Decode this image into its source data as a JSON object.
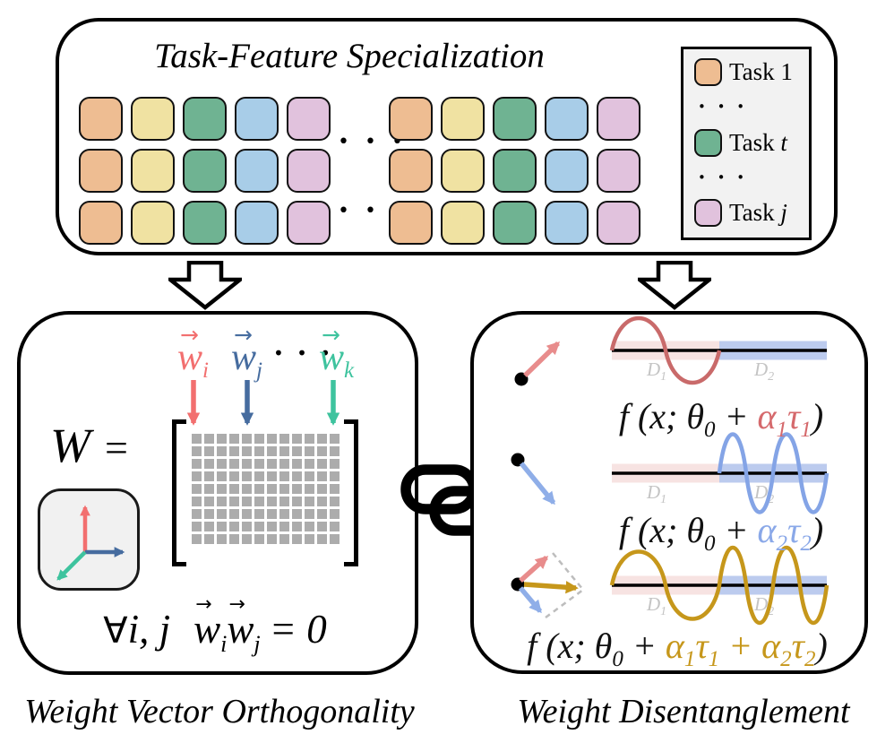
{
  "palette": {
    "salmon": "#F26F6F",
    "steel": "#466C9F",
    "mint": "#3EC39E",
    "rose": "#E88C8C",
    "rose_wave": "#C96A6A",
    "blue_soft": "#8FAEE8",
    "blue_wave": "#84A4E6",
    "gold": "#C6971B",
    "band_pink": "#F7E3E2",
    "band_blue": "#BCCBEE",
    "d_label": "#C4C4C4",
    "matrix_gray": "#ACACAC",
    "legend_bg": "#F2F2F2",
    "ink": "#000000"
  },
  "top": {
    "title": "Task-Feature Specialization",
    "dots_between": "• • •",
    "grid": {
      "rows": 3,
      "colors": [
        "#EEBD92",
        "#F0E2A2",
        "#6FB392",
        "#A8CDE8",
        "#E1C2DD"
      ]
    },
    "legend": {
      "items": [
        {
          "type": "item",
          "color": "#EEBD92",
          "prefix": "Task ",
          "var": "1",
          "italic": false
        },
        {
          "type": "dots",
          "text": "• • •"
        },
        {
          "type": "item",
          "color": "#6FB392",
          "prefix": "Task ",
          "var": "t",
          "italic": true
        },
        {
          "type": "dots",
          "text": "• • •"
        },
        {
          "type": "item",
          "color": "#E1C2DD",
          "prefix": "Task ",
          "var": "j",
          "italic": true
        }
      ]
    }
  },
  "left": {
    "caption": "Weight Vector Orthogonality",
    "w_symbol": "W",
    "equals": "=",
    "vec_dots": "• • •",
    "vectors": [
      {
        "arrow": "→",
        "base": "w",
        "sub": "i"
      },
      {
        "arrow": "→",
        "base": "w",
        "sub": "j"
      },
      {
        "arrow": "→",
        "base": "w",
        "sub": "k"
      }
    ],
    "matrix": {
      "rows": 9,
      "cols": 12
    },
    "formula": {
      "forall": "∀",
      "vars": "i, j",
      "w1": {
        "arrow": "→",
        "base": "w",
        "sub": "i"
      },
      "w2": {
        "arrow": "→",
        "base": "w",
        "sub": "j"
      },
      "rhs": "= 0"
    }
  },
  "right": {
    "caption": "Weight Disentanglement",
    "rows": [
      {
        "d1": {
          "letter": "D",
          "sub": "1"
        },
        "d2": {
          "letter": "D",
          "sub": "2"
        },
        "formula": {
          "accent": "#D5696C",
          "parts": [
            {
              "t": "f (x; θ",
              "c": "k"
            },
            {
              "t": "0",
              "c": "k sub"
            },
            {
              "t": " + ",
              "c": "k"
            },
            {
              "t": "α",
              "c": "c"
            },
            {
              "t": "1",
              "c": "c sub"
            },
            {
              "t": "τ",
              "c": "c"
            },
            {
              "t": "1",
              "c": "c sub"
            },
            {
              "t": ")",
              "c": "k"
            }
          ]
        }
      },
      {
        "d1": {
          "letter": "D",
          "sub": "1"
        },
        "d2": {
          "letter": "D",
          "sub": "2"
        },
        "formula": {
          "accent": "#8AA8E8",
          "parts": [
            {
              "t": "f (x; θ",
              "c": "k"
            },
            {
              "t": "0",
              "c": "k sub"
            },
            {
              "t": " + ",
              "c": "k"
            },
            {
              "t": "α",
              "c": "c"
            },
            {
              "t": "2",
              "c": "c sub"
            },
            {
              "t": "τ",
              "c": "c"
            },
            {
              "t": "2",
              "c": "c sub"
            },
            {
              "t": ")",
              "c": "k"
            }
          ]
        }
      },
      {
        "d1": {
          "letter": "D",
          "sub": "1"
        },
        "d2": {
          "letter": "D",
          "sub": "2"
        },
        "formula": {
          "accent": "#C6971B",
          "parts": [
            {
              "t": "f (x; θ",
              "c": "k"
            },
            {
              "t": "0",
              "c": "k sub"
            },
            {
              "t": " + ",
              "c": "k"
            },
            {
              "t": "α",
              "c": "c"
            },
            {
              "t": "1",
              "c": "c sub"
            },
            {
              "t": "τ",
              "c": "c"
            },
            {
              "t": "1",
              "c": "c sub"
            },
            {
              "t": " + ",
              "c": "c"
            },
            {
              "t": "α",
              "c": "c"
            },
            {
              "t": "2",
              "c": "c sub"
            },
            {
              "t": "τ",
              "c": "c"
            },
            {
              "t": "2",
              "c": "c sub"
            },
            {
              "t": ")",
              "c": "k"
            }
          ]
        }
      }
    ]
  }
}
